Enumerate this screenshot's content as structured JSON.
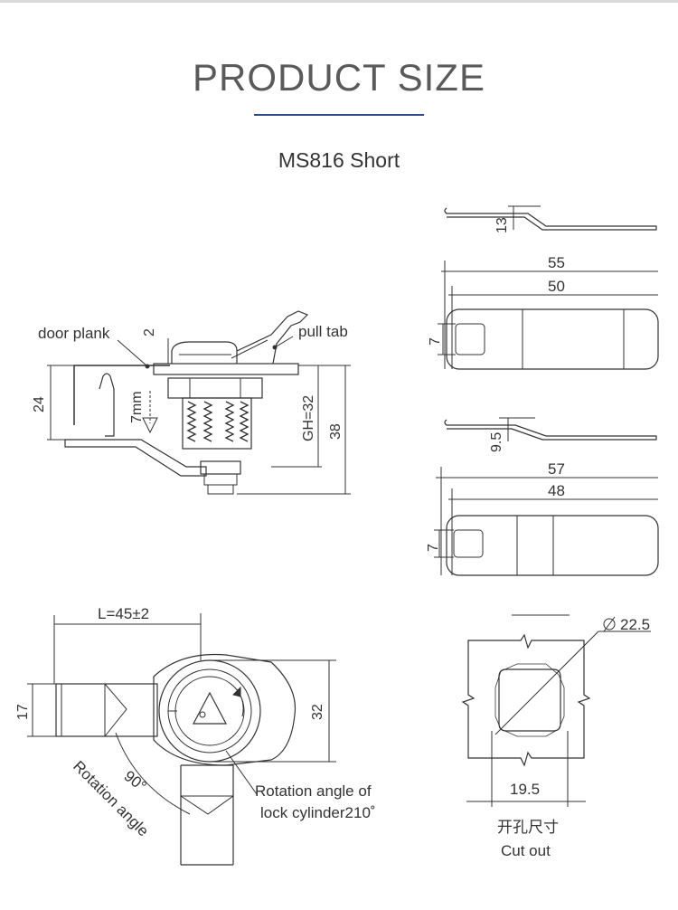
{
  "header": {
    "title": "PRODUCT SIZE",
    "subtitle": "MS816 Short"
  },
  "side_view": {
    "label_door_plank": "door plank",
    "label_pull_tab": "pull tab",
    "dim_2": "2",
    "dim_24": "24",
    "dim_7mm": "7mm",
    "dim_gh": "GH=32",
    "dim_38": "38"
  },
  "tab_long": {
    "dim_height": "13",
    "dim_total": "55",
    "dim_inner": "50",
    "dim_hole": "7"
  },
  "tab_short": {
    "dim_height": "9.5",
    "dim_total": "57",
    "dim_inner": "48",
    "dim_hole": "7"
  },
  "top_view": {
    "dim_length": "L=45±2",
    "dim_17": "17",
    "dim_32": "32",
    "angle_90": "90°",
    "label_rotation_angle": "Rotation angle",
    "label_cylinder_line1": "Rotation angle of",
    "label_cylinder_line2": "lock cylinder210˚"
  },
  "cutout": {
    "dim_diameter": "22.5",
    "dim_width": "19.5",
    "label_cn": "开孔尺寸",
    "label_en": "Cut out"
  },
  "colors": {
    "accent": "#2e4a8c",
    "line": "#333333",
    "title_text": "#5a5a5a"
  }
}
